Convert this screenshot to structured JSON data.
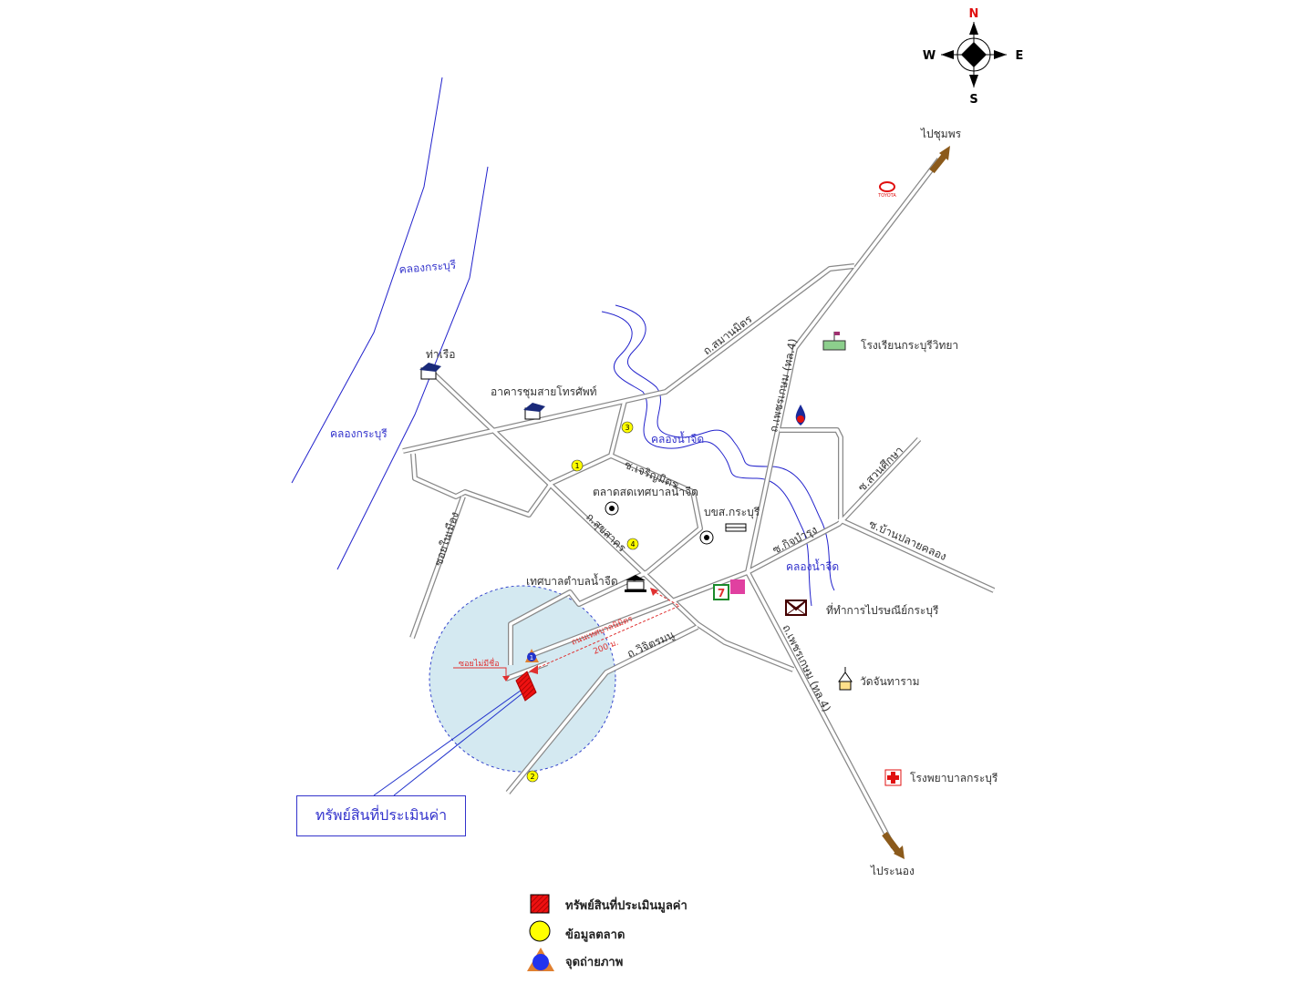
{
  "compass": {
    "north": "N",
    "south": "S",
    "east": "E",
    "west": "W"
  },
  "directions": {
    "to_chumphon": "ไปชุมพร",
    "to_ranong": "ไประนอง"
  },
  "canals": {
    "kraburi_1": "คลองกระบุรี",
    "kraburi_2": "คลองกระบุรี",
    "namjued_1": "คลองน้ำจืด",
    "namjued_2": "คลองน้ำจืด"
  },
  "roads": {
    "samanmit": "ถ.สมานมิตร",
    "phetkasem_1": "ถ.เพชรเกษม (ทล.4)",
    "phetkasem_2": "ถ.เพชรเกษม (ทล.4)",
    "sukkhakorn": "ถ.สุขสาคร",
    "wichitmanu": "ถ.วิจิตรมนู",
    "kitbamrung": "ซ.กิจบำรุง",
    "suansueksa": "ซ.สวนศึกษา",
    "banplaiklong": "ซ.บ้านปลายคลอง",
    "soi_mai_rueang": "ซอยในเมือง",
    "soi_charoen": "ซ.เจริญมิตร",
    "soi_no_name": "ซอยไม่มีชื่อ"
  },
  "places": {
    "pier": "ท่าเรือ",
    "telephone_building": "อาคารชุมสายโทรศัพท์",
    "market": "ตลาดสดเทศบาลน้ำจืด",
    "bus_station": "บขส.กระบุรี",
    "municipality": "เทศบาลตำบลน้ำจืด",
    "school": "โรงเรียนกระบุรีวิทยา",
    "post_office": "ที่ทำการไปรษณีย์กระบุรี",
    "temple": "วัดจันทาราม",
    "hospital": "โรงพยาบาลกระบุรี",
    "toyota": "TOYOTA",
    "seven_eleven": "7"
  },
  "distance": {
    "route": "ถนนเทศบาลนิมิตร",
    "length": "200 ม."
  },
  "market_points": [
    "1",
    "2",
    "3",
    "4"
  ],
  "photo_point": "1",
  "subject_label": "ทรัพย์สินที่ประเมินค่า",
  "legend": [
    {
      "label": "ทรัพย์สินที่ประเมินมูลค่า",
      "icon": "red-hatched-square"
    },
    {
      "label": "ข้อมูลตลาด",
      "icon": "yellow-circle"
    },
    {
      "label": "จุดถ่ายภาพ",
      "icon": "triangle-blue-circle"
    }
  ],
  "colors": {
    "road_edge": "#888888",
    "canal": "#2222cc",
    "subject": "#ee1111",
    "buffer": "#d4e9f1",
    "market_point": "#ffff00",
    "arrow": "#e03030"
  }
}
